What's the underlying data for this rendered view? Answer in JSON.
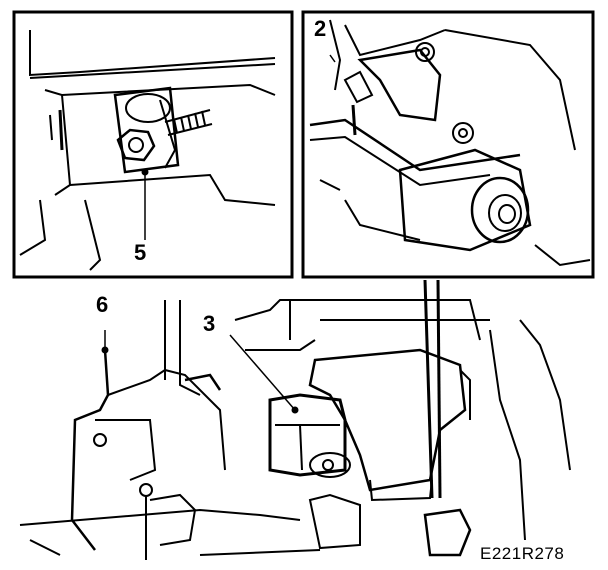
{
  "callouts": {
    "five": "5",
    "two": "2",
    "six": "6",
    "three": "3"
  },
  "reference_code": "E221R278",
  "colors": {
    "ink": "#000000",
    "paper": "#ffffff"
  }
}
